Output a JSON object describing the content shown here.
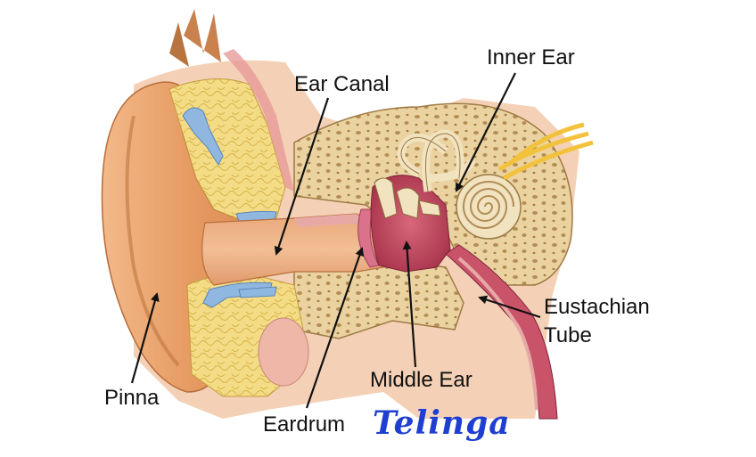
{
  "labels": {
    "inner_ear": "Inner Ear",
    "ear_canal": "Ear Canal",
    "eustachian_tube_line1": "Eustachian",
    "eustachian_tube_line2": "Tube",
    "pinna": "Pinna",
    "middle_ear": "Middle Ear",
    "eardrum": "Eardrum"
  },
  "caption": {
    "text": "Telinga"
  },
  "colors": {
    "background": "#ffffff",
    "skin": "#e8a06a",
    "skin_dark": "#c77a45",
    "bone": "#e9d3a0",
    "fat": "#f2dc86",
    "cartilage": "#8fb7e0",
    "middle_ear_cavity": "#c9546a",
    "canal_lining": "#e7a9a6",
    "nerve": "#f3c23c",
    "caption": "#1f3fd1",
    "arrow": "#111111"
  }
}
